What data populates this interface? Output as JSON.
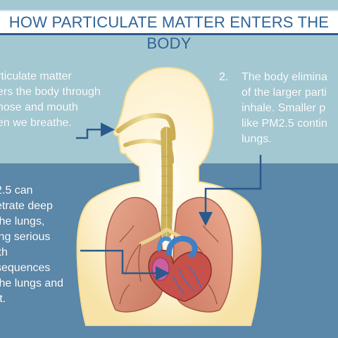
{
  "title": "HOW PARTICULATE MATTER ENTERS THE BODY",
  "note1": {
    "lines": [
      "rticulate matter",
      "ers the body through",
      "nose and mouth",
      "en we breathe."
    ]
  },
  "note2": {
    "number": "2.",
    "lines": [
      "The body elimina",
      "of the larger parti",
      "inhale.  Smaller p",
      "like PM2.5 contin",
      "lungs."
    ]
  },
  "note3": {
    "lines": [
      "2.5 can",
      "etrate deep",
      "the lungs,",
      "ing serious",
      "lth",
      "sequences",
      "the lungs and",
      "rt."
    ]
  },
  "colors": {
    "title": "#2f6497",
    "arrow": "#2a5a8c",
    "background_top": "#a4c8d2",
    "background_bottom": "#5b87a8",
    "body_glow": "#fdf4d6",
    "trachea": "#e8d58a",
    "lung": "#d98f76",
    "heart": "#c8564e"
  }
}
